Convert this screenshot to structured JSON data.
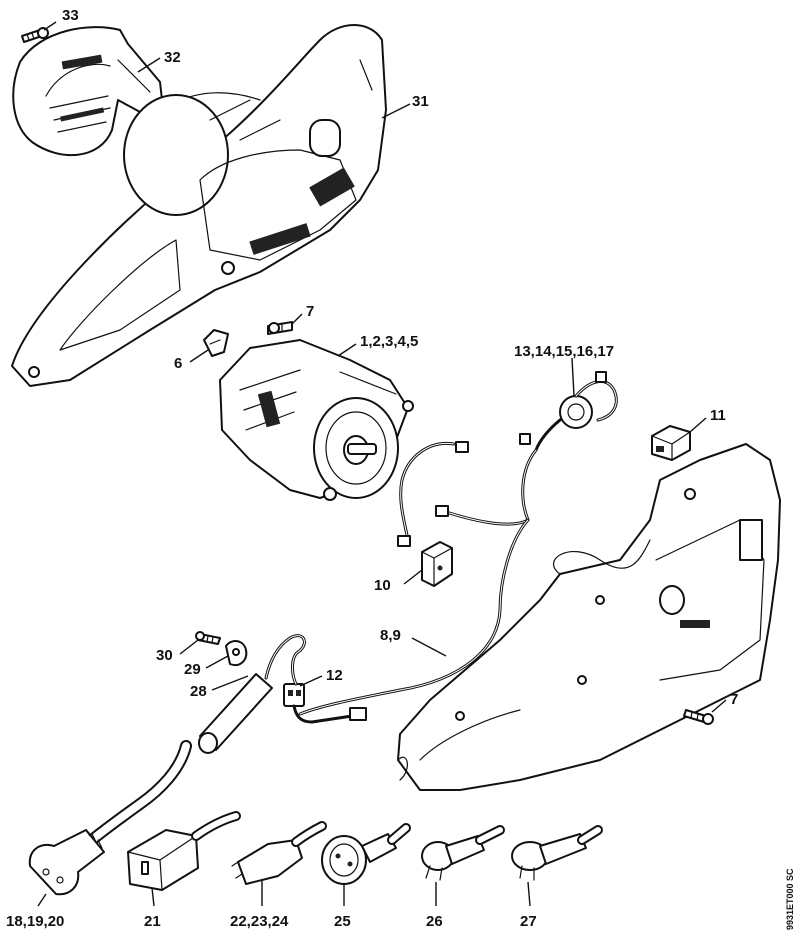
{
  "labels": {
    "l33": "33",
    "l32": "32",
    "l31": "31",
    "l7a": "7",
    "l6": "6",
    "l1": "1,2,3,4,5",
    "l13": "13,14,15,16,17",
    "l11": "11",
    "l10": "10",
    "l89": "8,9",
    "l30": "30",
    "l29": "29",
    "l28": "28",
    "l12": "12",
    "l7b": "7",
    "l18": "18,19,20",
    "l21": "21",
    "l22": "22,23,24",
    "l25": "25",
    "l26": "26",
    "l27": "27"
  },
  "doc_id": "9931ET000 SC"
}
